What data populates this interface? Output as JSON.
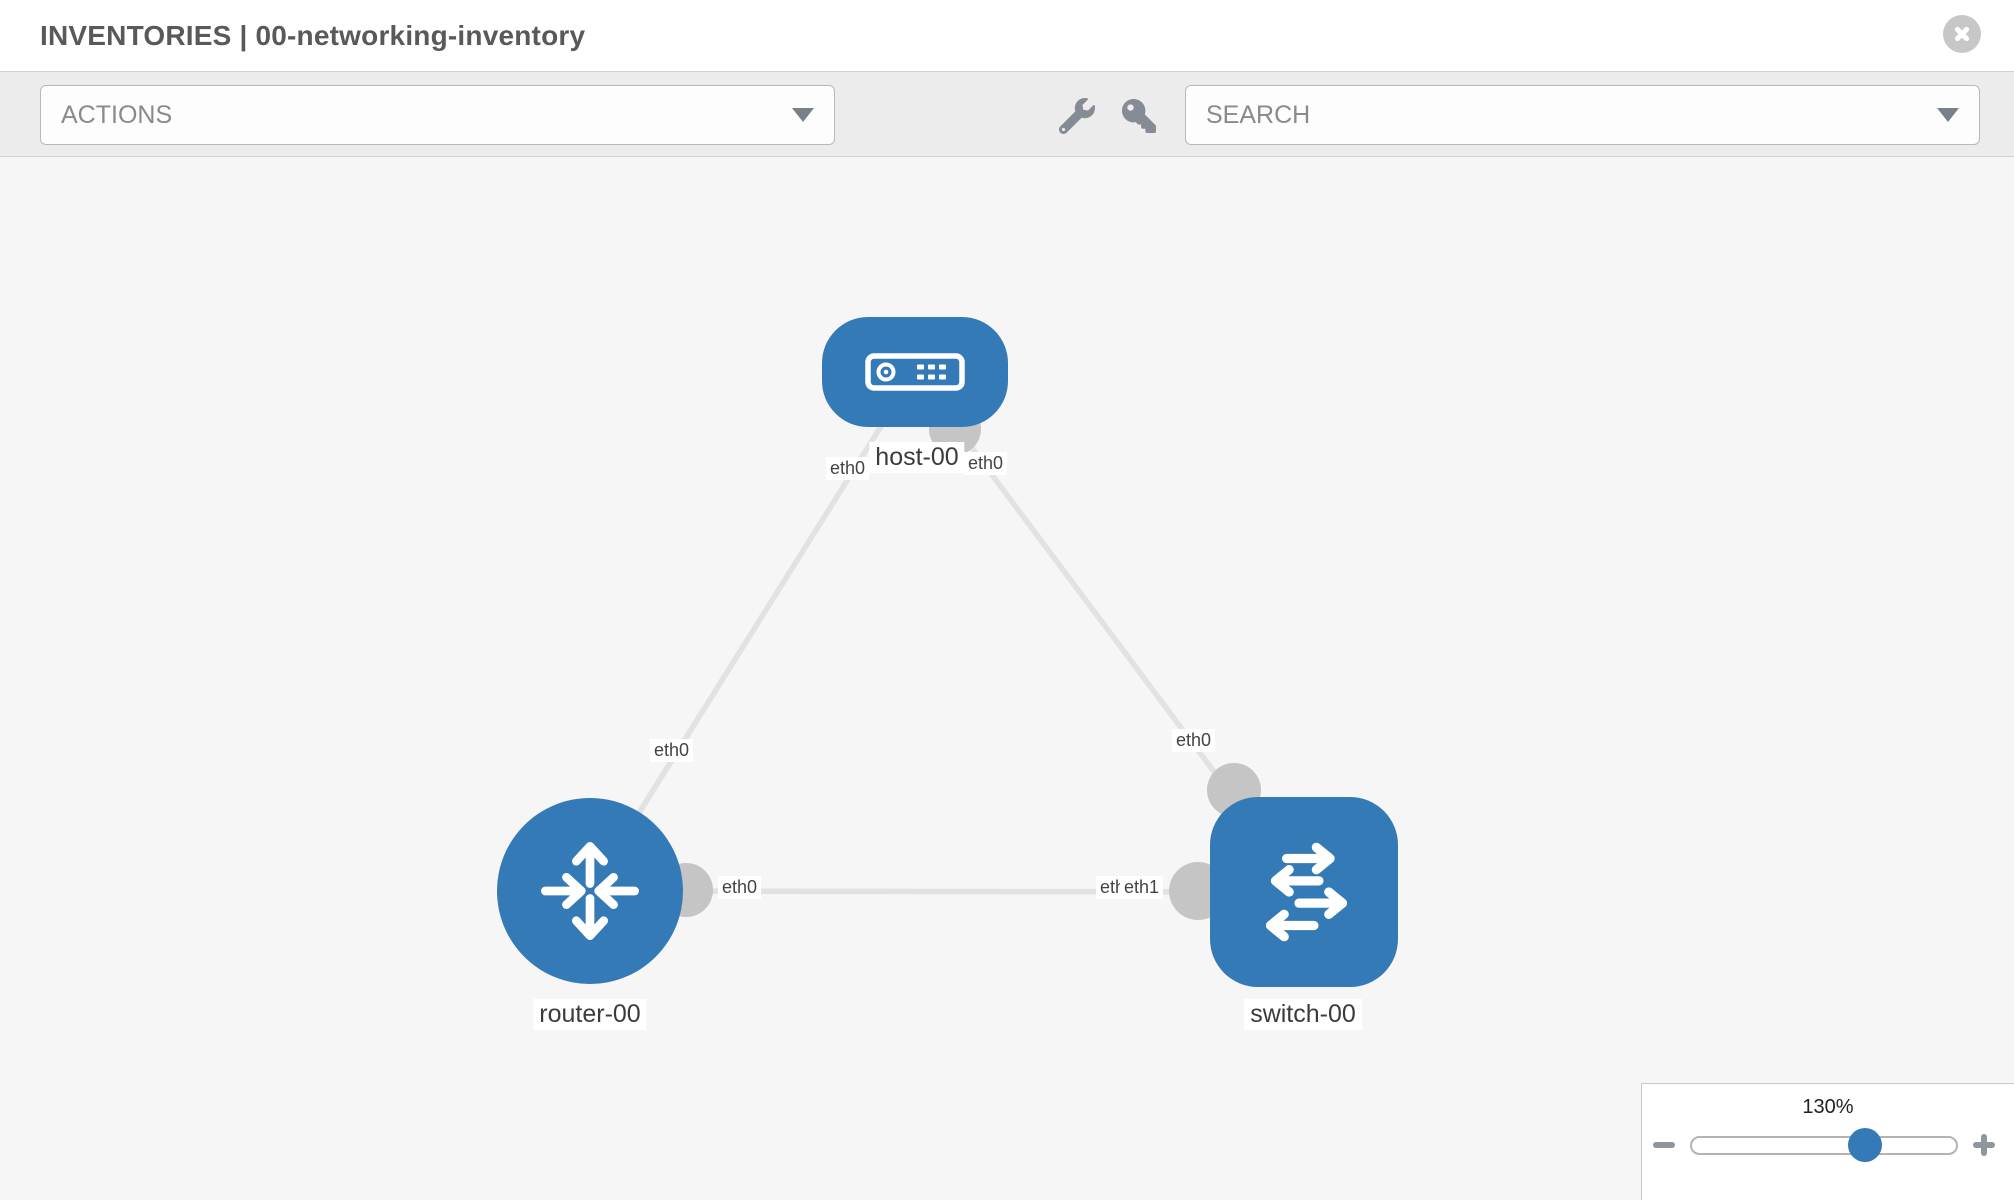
{
  "header": {
    "title": "INVENTORIES | 00-networking-inventory"
  },
  "toolbar": {
    "actions_label": "ACTIONS",
    "search_label": "SEARCH"
  },
  "icons": {
    "close": "x-circle",
    "wrench": "wrench",
    "key": "key",
    "dropdown_caret": "chevron-down",
    "zoom_out": "minus",
    "zoom_in": "plus"
  },
  "topology": {
    "nodes": [
      {
        "id": "host-00",
        "type": "host",
        "label": "host-00"
      },
      {
        "id": "router-00",
        "type": "router",
        "label": "router-00"
      },
      {
        "id": "switch-00",
        "type": "switch",
        "label": "switch-00"
      }
    ],
    "links": [
      {
        "from": "host-00",
        "to": "router-00",
        "from_iface": "eth0",
        "to_iface": "eth0"
      },
      {
        "from": "host-00",
        "to": "switch-00",
        "from_iface": "eth0",
        "to_iface": "eth0"
      },
      {
        "from": "router-00",
        "to": "switch-00",
        "from_iface": "eth0",
        "to_iface": "eth1"
      }
    ],
    "iface_labels": {
      "host_on_router_link": "eth0",
      "host_on_switch_link": "eth0",
      "router_on_host_link": "eth0",
      "switch_on_host_link": "eth0",
      "router_on_switch_link": "eth0",
      "switch_on_router_link_under": "eth0",
      "switch_on_router_link_over": "eth1"
    }
  },
  "zoom_control": {
    "value": "130%"
  },
  "colors": {
    "node_blue": "#337ab7",
    "edge_gray": "#e2e2e2",
    "dot_gray": "#c5c5c5",
    "toolbar_gray": "#ececec"
  }
}
